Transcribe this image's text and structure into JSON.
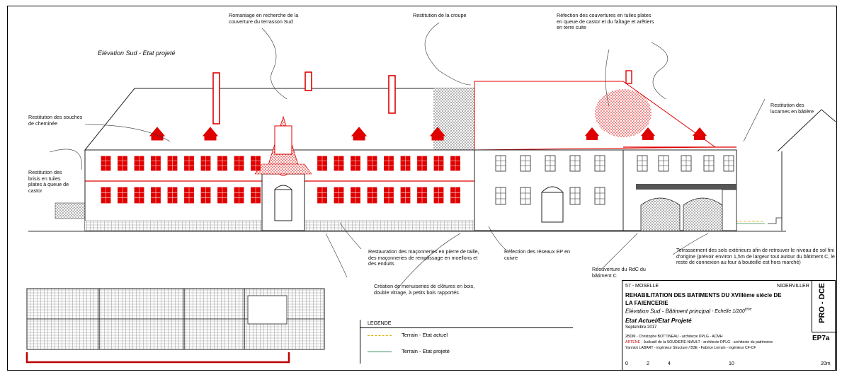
{
  "drawing": {
    "view_title": "Elévation Sud - Etat projeté"
  },
  "annotations": [
    {
      "id": "roof-sud",
      "text": "Romaniage en recherche de la couverture du terrasson Sud"
    },
    {
      "id": "croupe",
      "text": "Restitution de la croupe"
    },
    {
      "id": "tuiles",
      "text": "Réfection des couvertures en tuiles plates en queue de castor et du faîtage et arêtiers en terre cuite"
    },
    {
      "id": "cheminee",
      "text": "Restitution des souches de cheminée"
    },
    {
      "id": "brisis",
      "text": "Restitution des brisis en tuiles plates à queue de castor"
    },
    {
      "id": "lucarnes",
      "text": "Restitution des lucarnes en bâtière"
    },
    {
      "id": "maconneries",
      "text": "Restauration des maçonneries en pierre de taille, des maçonneries de remplissage en moellons et des enduits"
    },
    {
      "id": "reseaux",
      "text": "Réfection des réseaux EP en cuivre"
    },
    {
      "id": "rdc",
      "text": "Réouverture du RdC du bâtiment C"
    },
    {
      "id": "terrassement",
      "text": "Terrassement des sols extérieurs afin de retrouver le niveau de sol fini d'origine (prévoir environ 1,5m de largeur tout autour du bâtiment C, le reste de connexion au four à bouteille est hors marché)"
    },
    {
      "id": "menuiseries",
      "text": "Création de menuiseries de clôtures en bois, double vitrage, à petits bois rapportés"
    }
  ],
  "legend": {
    "title": "LEGENDE",
    "items": [
      {
        "label": "Terrain - Etat actuel",
        "color": "#d8b000"
      },
      {
        "label": "Terrain - Etat projeté",
        "color": "#2e8b57"
      }
    ]
  },
  "cartouche": {
    "dept": "57 - MOSELLE",
    "commune": "NIDERVILLER",
    "project_line1": "REHABILITATION DES BATIMENTS DU XVIIIème siècle DE",
    "project_line2": "LA FAIENCERIE",
    "subtitle": "Elévation Sud - Bâtiment principal",
    "scale_text": "- Echelle 1/200",
    "scale_sup": "ème",
    "state": "Etat Actuel/Etat Projeté",
    "date": "Septembre 2017",
    "credit1": "2BDM - Christophe BOTTINEAU - architecte DPLG - ACMH",
    "credit2_prefix": "ARTENE",
    "credit2": " - Judicaël de la SOUDIERE-NIAULT - architecte DPLG - architecte du patrimoine",
    "credit3": "Yannick LABART - ingénieur Structure / B3E - Fabrice Lorrain - ingénieur CF-CF",
    "phase": "PRO - DCE",
    "sheet": "EP7a",
    "scale_ticks": [
      "0",
      "2",
      "4",
      "10",
      "20m"
    ]
  },
  "colors": {
    "accent": "#e00000",
    "line": "#222222"
  }
}
